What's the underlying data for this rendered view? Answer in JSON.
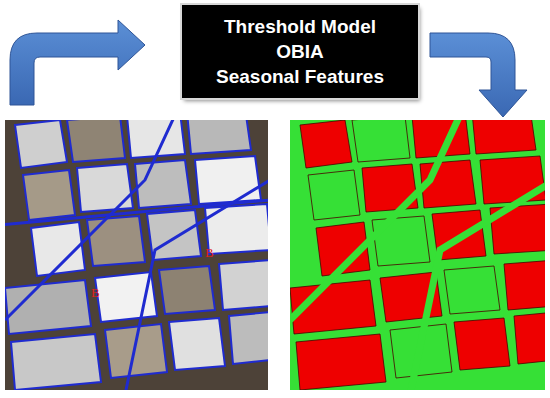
{
  "diagram": {
    "nodes": [
      {
        "text": [
          "Threshold Model",
          "OBIA",
          "Seasonal Features"
        ]
      }
    ],
    "labels": [
      "B",
      "B"
    ]
  }
}
